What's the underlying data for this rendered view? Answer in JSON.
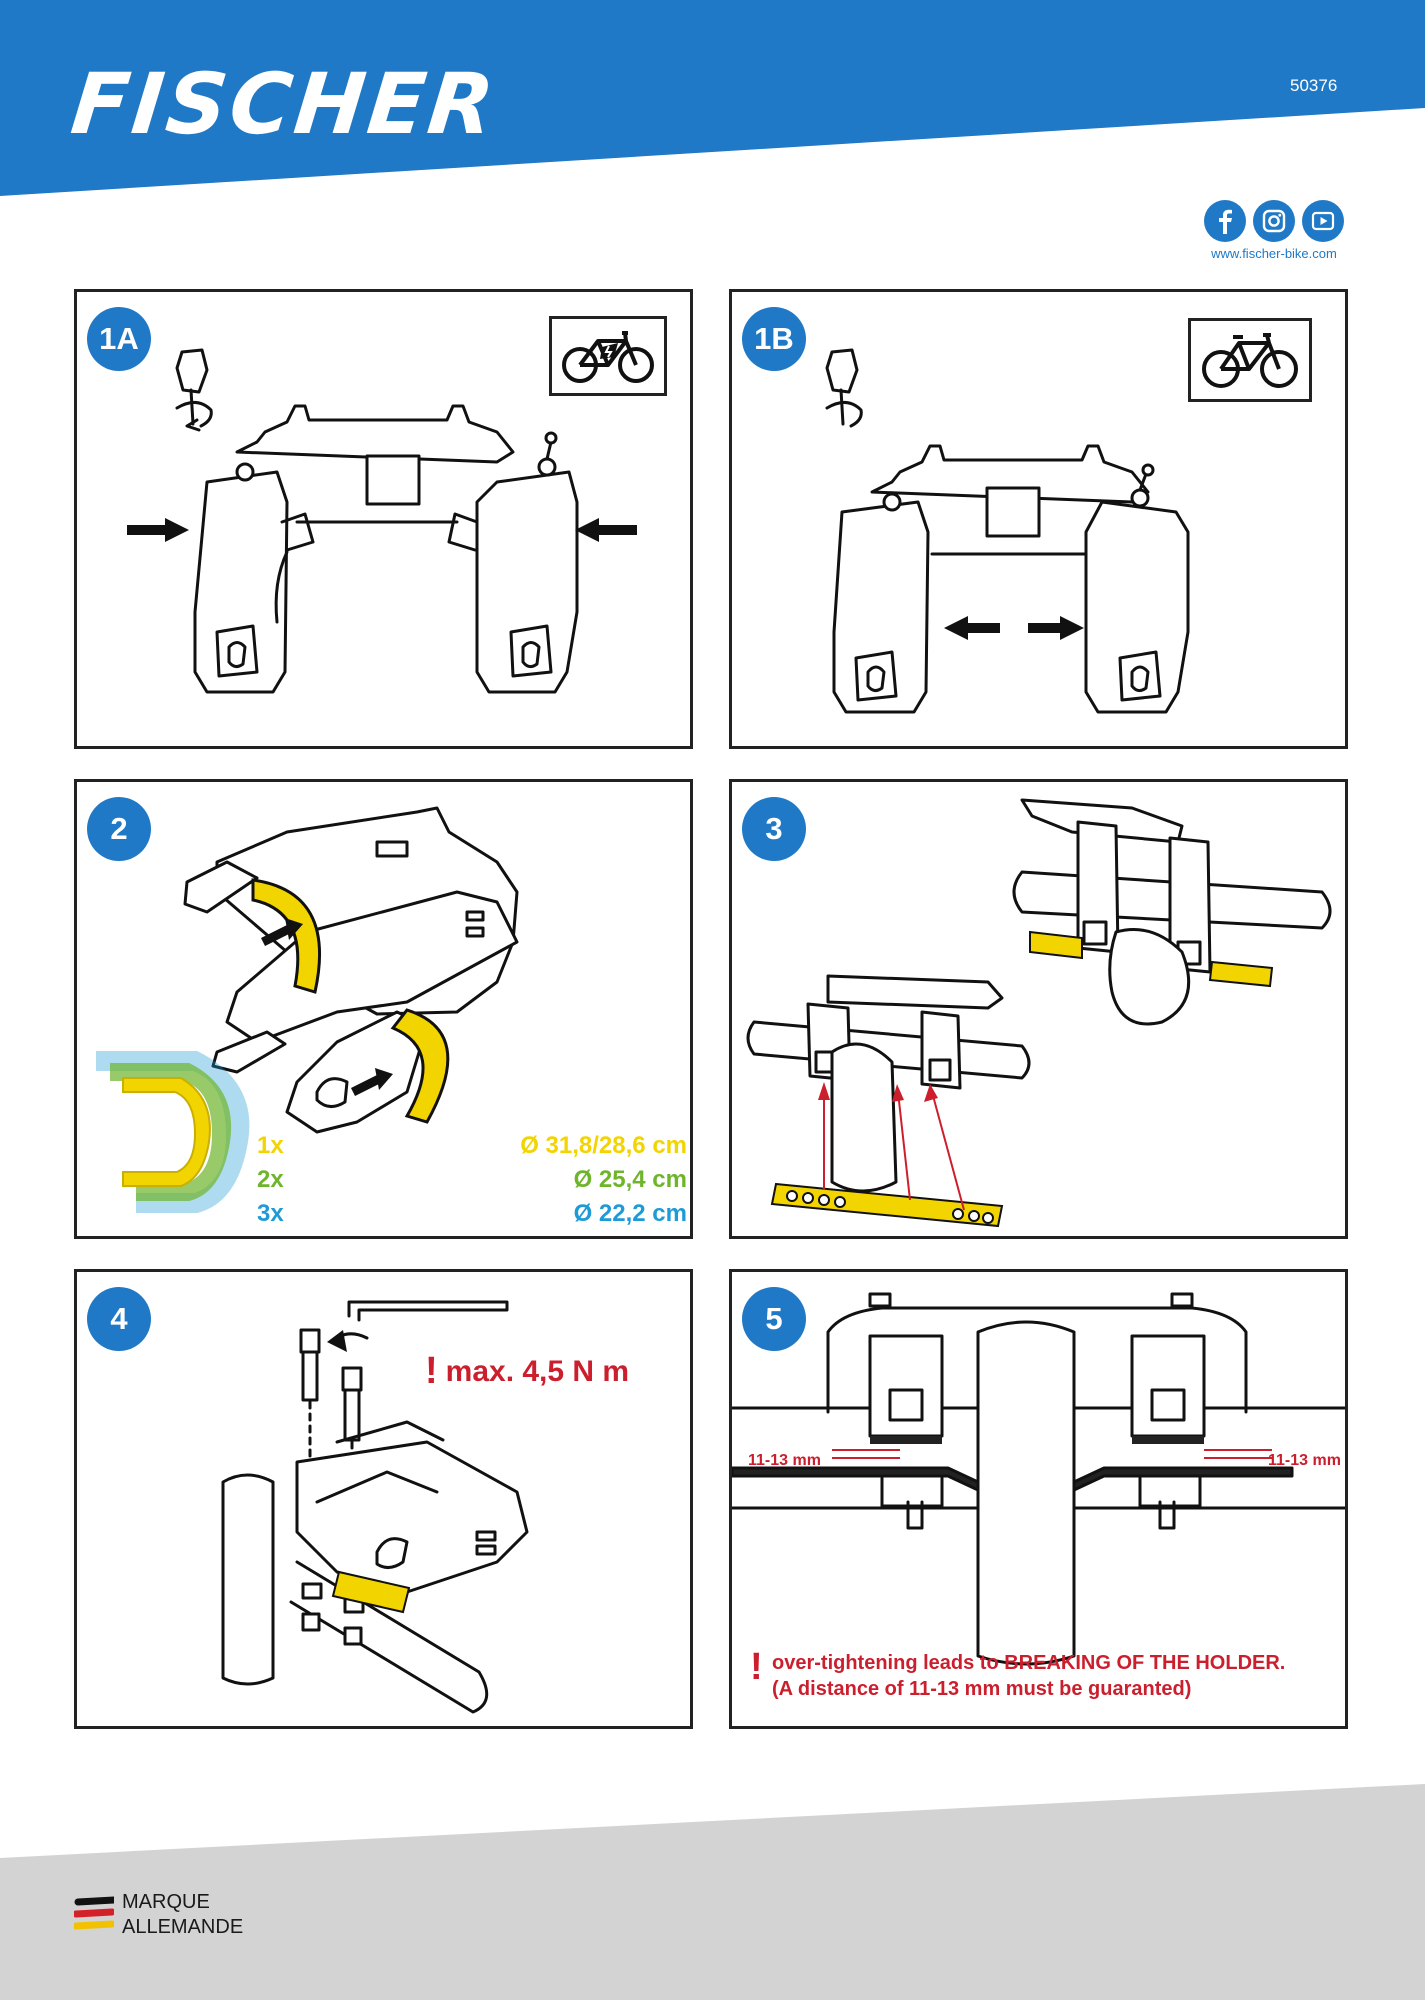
{
  "header": {
    "brand": "FISCHER",
    "article_number": "50376"
  },
  "social": {
    "icons": [
      "facebook-icon",
      "instagram-icon",
      "youtube-icon"
    ],
    "url": "www.fischer-bike.com"
  },
  "steps": {
    "s1a": "1A",
    "s1b": "1B",
    "s2": "2",
    "s3": "3",
    "s4": "4",
    "s5": "5"
  },
  "ring_legend": [
    {
      "count": "1x",
      "diameter": "Ø 31,8/28,6 cm",
      "color": "#f2d400"
    },
    {
      "count": "2x",
      "diameter": "Ø 25,4 cm",
      "color": "#6fb52c"
    },
    {
      "count": "3x",
      "diameter": "Ø 22,2 cm",
      "color": "#1e9bd7"
    }
  ],
  "torque": {
    "symbol": "!",
    "text": "max. 4,5 N m"
  },
  "distance": {
    "left": "11-13 mm",
    "right": "11-13 mm"
  },
  "warning": {
    "symbol": "!",
    "line1": "over-tightening leads to BREAKING OF THE HOLDER.",
    "line2": "(A distance of 11-13 mm must be guaranted)"
  },
  "footer": {
    "line1": "MARQUE",
    "line2": "ALLEMANDE"
  },
  "colors": {
    "brand_blue": "#2079c6",
    "warning_red": "#cc1f2e",
    "strap_yellow": "#f2d400",
    "footer_grey": "#d3d3d3"
  }
}
